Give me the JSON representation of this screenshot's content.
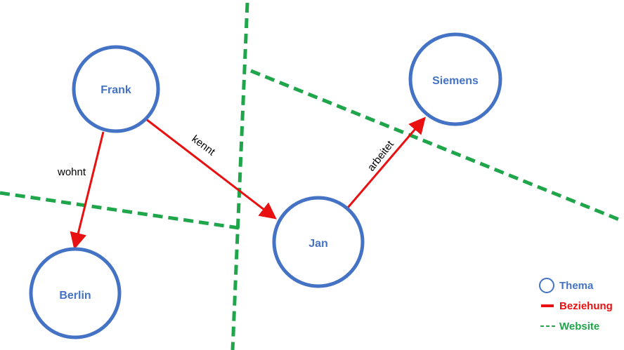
{
  "colors": {
    "topic": "#4472C4",
    "relation": "#E81010",
    "website": "#1FA54A"
  },
  "nodes": {
    "frank": "Frank",
    "berlin": "Berlin",
    "jan": "Jan",
    "siemens": "Siemens"
  },
  "edges": {
    "wohnt": "wohnt",
    "kennt": "kennt",
    "arbeitet": "arbeitet"
  },
  "legend": {
    "thema": "Thema",
    "beziehung": "Beziehung",
    "website": "Website"
  }
}
